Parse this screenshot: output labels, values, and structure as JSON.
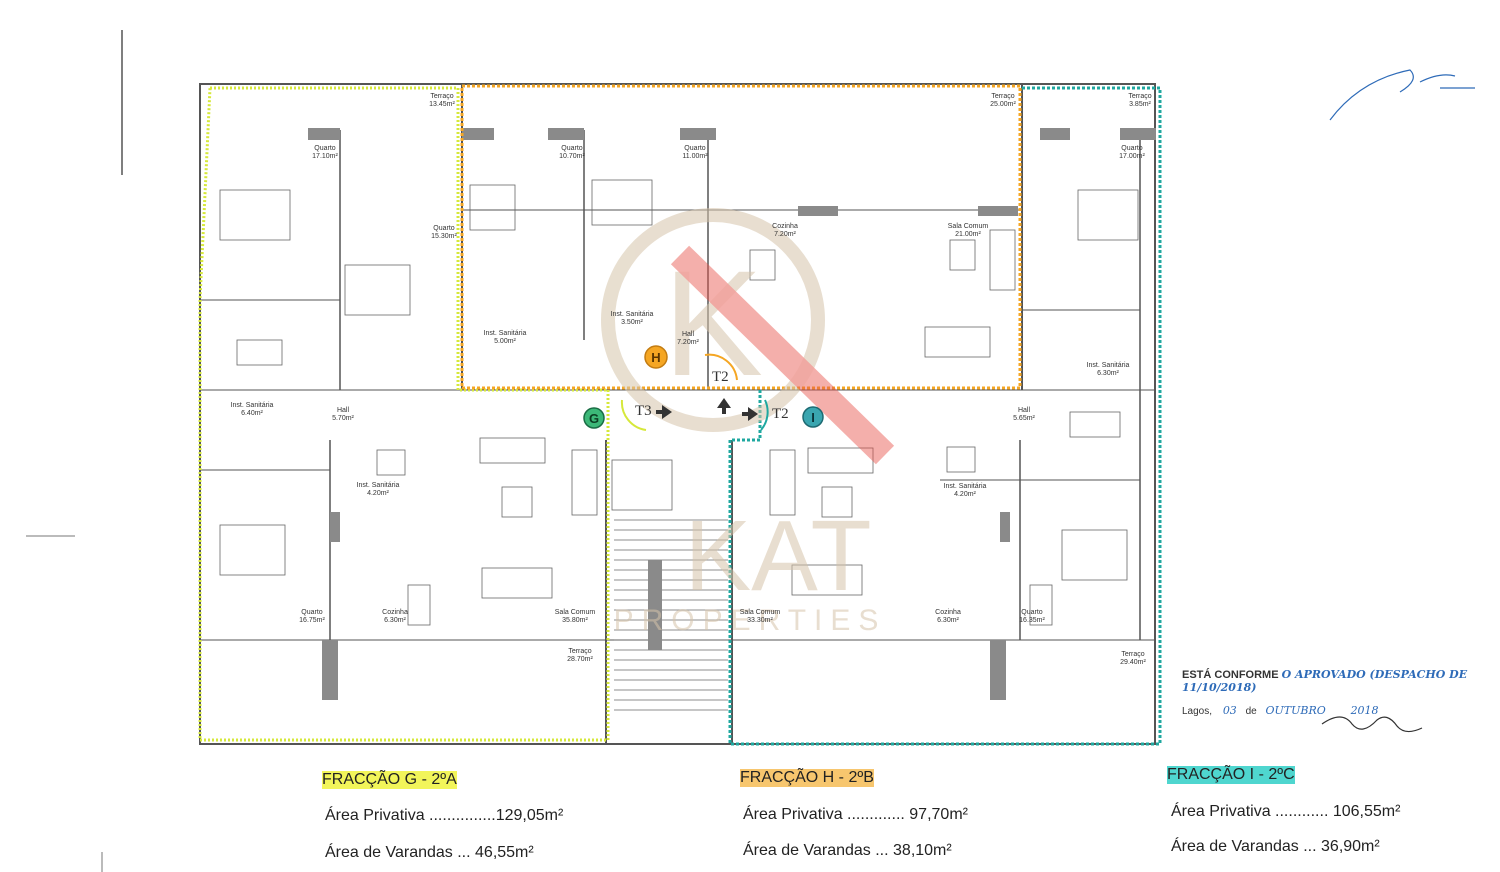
{
  "floor_plan": {
    "fractions": [
      {
        "id": "G",
        "label": "FRACÇÃO G - 2ºA",
        "area_privativa_label": "Área Privativa ...............129,05m²",
        "area_varandas_label": "Área de Varandas ... 46,55m²",
        "color": "#d6e83a",
        "type_tag": "T3"
      },
      {
        "id": "H",
        "label": "FRACÇÃO H - 2ºB",
        "area_privativa_label": "Área Privativa ............. 97,70m²",
        "area_varandas_label": "Área de Varandas ... 38,10m²",
        "color": "#f5a623",
        "type_tag": "T2"
      },
      {
        "id": "I",
        "label": "FRACÇÃO I - 2ºC",
        "area_privativa_label": "Área Privativa ............ 106,55m²",
        "area_varandas_label": "Área de Varandas ... 36,90m²",
        "color": "#1fa8a0",
        "type_tag": "T2"
      }
    ],
    "rooms": {
      "g_terraco_top": {
        "name": "Terraço",
        "area": "13.45m²"
      },
      "g_quarto1": {
        "name": "Quarto",
        "area": "17.10m²"
      },
      "g_quarto2": {
        "name": "Quarto",
        "area": "15.30m²"
      },
      "g_inst_san1": {
        "name": "Inst. Sanitária",
        "area": "6.40m²"
      },
      "g_hall": {
        "name": "Hall",
        "area": "5.70m²"
      },
      "g_inst_san2": {
        "name": "Inst. Sanitária",
        "area": "4.20m²"
      },
      "g_quarto3": {
        "name": "Quarto",
        "area": "16.75m²"
      },
      "g_cozinha": {
        "name": "Cozinha",
        "area": "6.30m²"
      },
      "g_sala": {
        "name": "Sala Comum",
        "area": "35.80m²"
      },
      "g_terraco_bottom": {
        "name": "Terraço",
        "area": "28.70m²"
      },
      "h_terraco": {
        "name": "Terraço",
        "area": "25.00m²"
      },
      "h_quarto1": {
        "name": "Quarto",
        "area": "10.70m²"
      },
      "h_quarto2": {
        "name": "Quarto",
        "area": "11.00m²"
      },
      "h_cozinha": {
        "name": "Cozinha",
        "area": "7.20m²"
      },
      "h_sala": {
        "name": "Sala Comum",
        "area": "21.00m²"
      },
      "h_inst_san1": {
        "name": "Inst. Sanitária",
        "area": "5.00m²"
      },
      "h_inst_san2": {
        "name": "Inst. Sanitária",
        "area": "3.50m²"
      },
      "h_hall": {
        "name": "Hall",
        "area": "7.20m²"
      },
      "i_terraco_top": {
        "name": "Terraço",
        "area": "3.85m²"
      },
      "i_quarto1": {
        "name": "Quarto",
        "area": "17.00m²"
      },
      "i_inst_san1": {
        "name": "Inst. Sanitária",
        "area": "6.30m²"
      },
      "i_hall": {
        "name": "Hall",
        "area": "5.65m²"
      },
      "i_inst_san2": {
        "name": "Inst. Sanitária",
        "area": "4.20m²"
      },
      "i_sala": {
        "name": "Sala Comum",
        "area": "33.30m²"
      },
      "i_cozinha": {
        "name": "Cozinha",
        "area": "6.30m²"
      },
      "i_quarto2": {
        "name": "Quarto",
        "area": "16.35m²"
      },
      "i_terraco_bottom": {
        "name": "Terraço",
        "area": "29.40m²"
      }
    },
    "watermark": {
      "logo_letter": "K",
      "brand": "KAT",
      "subtitle": "PROPERTIES",
      "logo_color": "#d6c4aa",
      "slash_color": "#e8534a"
    }
  },
  "approval_stamp": {
    "printed_line": "ESTÁ CONFORME",
    "handwritten_line": "O APROVADO (DESPACHO DE 11/10/2018)",
    "place_label": "Lagos,",
    "day": "03",
    "de_label": "de",
    "month": "OUTUBRO",
    "year": "2018"
  }
}
